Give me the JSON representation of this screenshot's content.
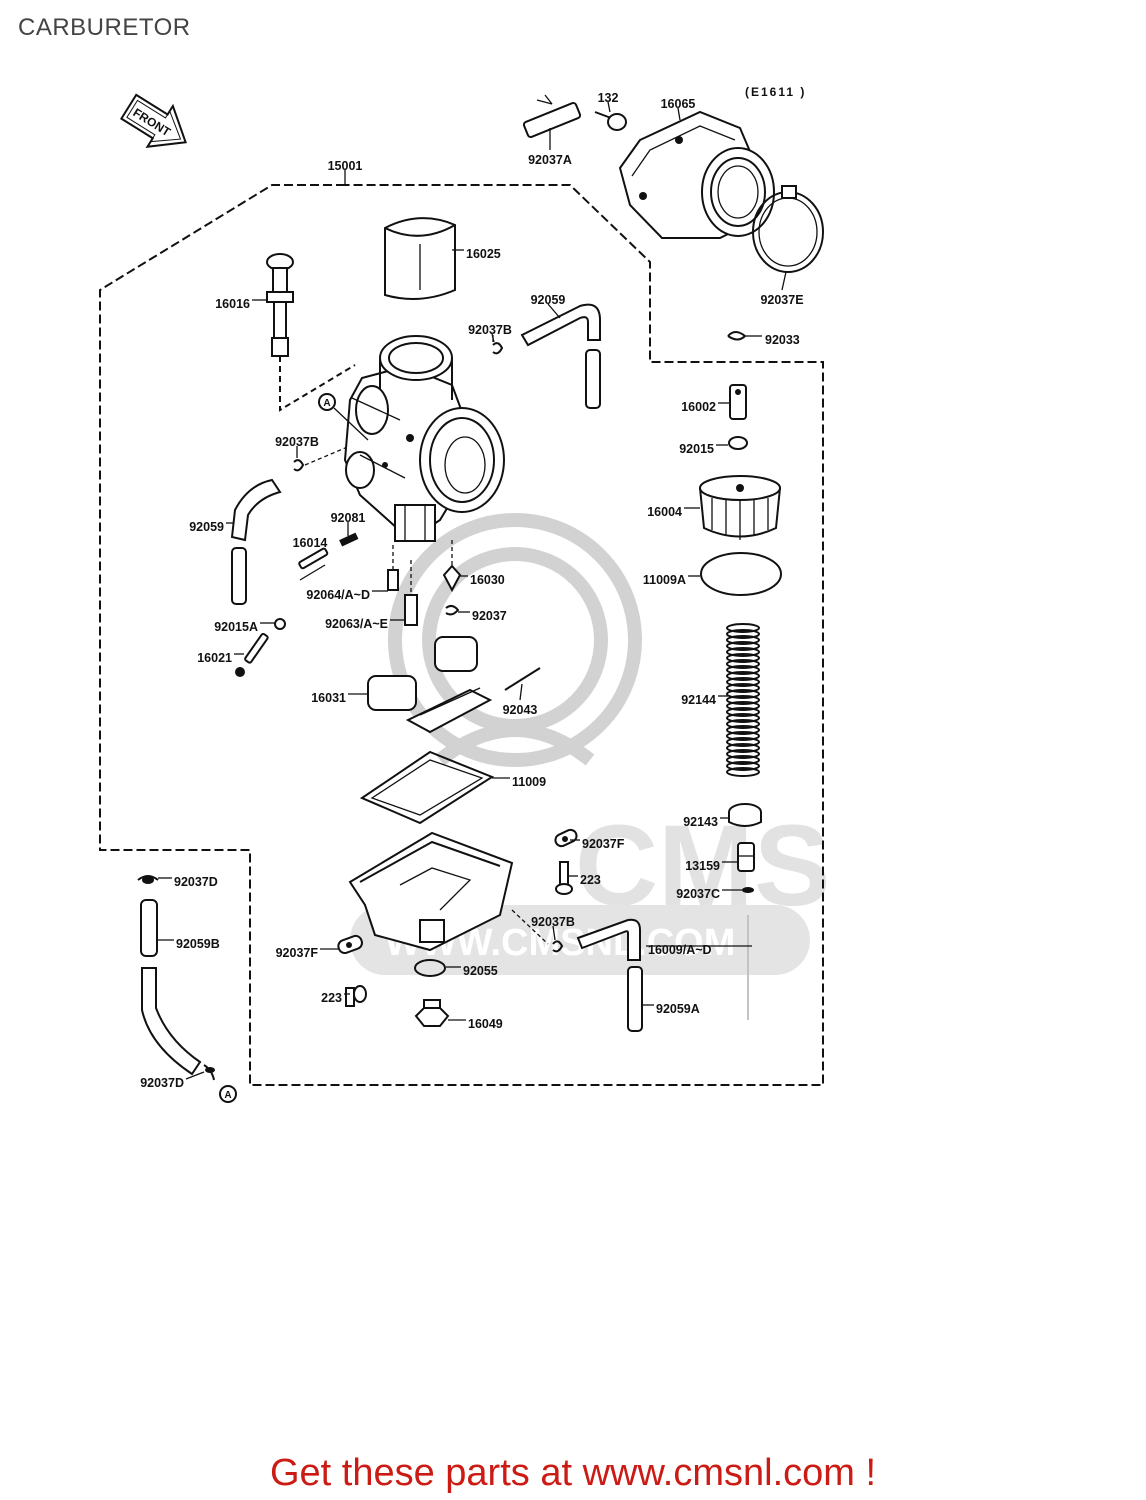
{
  "page": {
    "title": "CARBURETOR",
    "footer_text": "Get these parts at www.cmsnl.com !",
    "colors": {
      "footer": "#cc1b14",
      "title": "#444444",
      "line_art": "#111111",
      "watermark": "#d8d8d8"
    }
  },
  "diagram": {
    "drawing_code": "(E1611 )",
    "direction_label": "FRONT",
    "reference_marks": [
      "A",
      "A"
    ],
    "watermark_text": "CMS",
    "watermark_url": "WWW.CMSNL.COM",
    "parts": [
      "132",
      "16065",
      "92037A",
      "15001",
      "16025",
      "16016",
      "92059",
      "92037B",
      "92037E",
      "92033",
      "16002",
      "92015",
      "92037B",
      "16004",
      "92059",
      "92081",
      "16014",
      "11009A",
      "16030",
      "92064/A~D",
      "92037",
      "92015A",
      "92063/A~E",
      "16021",
      "16031",
      "92043",
      "92144",
      "11009",
      "92143",
      "92037F",
      "223",
      "13159",
      "92037D",
      "92037C",
      "92059B",
      "92037B",
      "92037F",
      "16009/A~D",
      "92055",
      "223",
      "16049",
      "92059A",
      "92037D"
    ]
  }
}
